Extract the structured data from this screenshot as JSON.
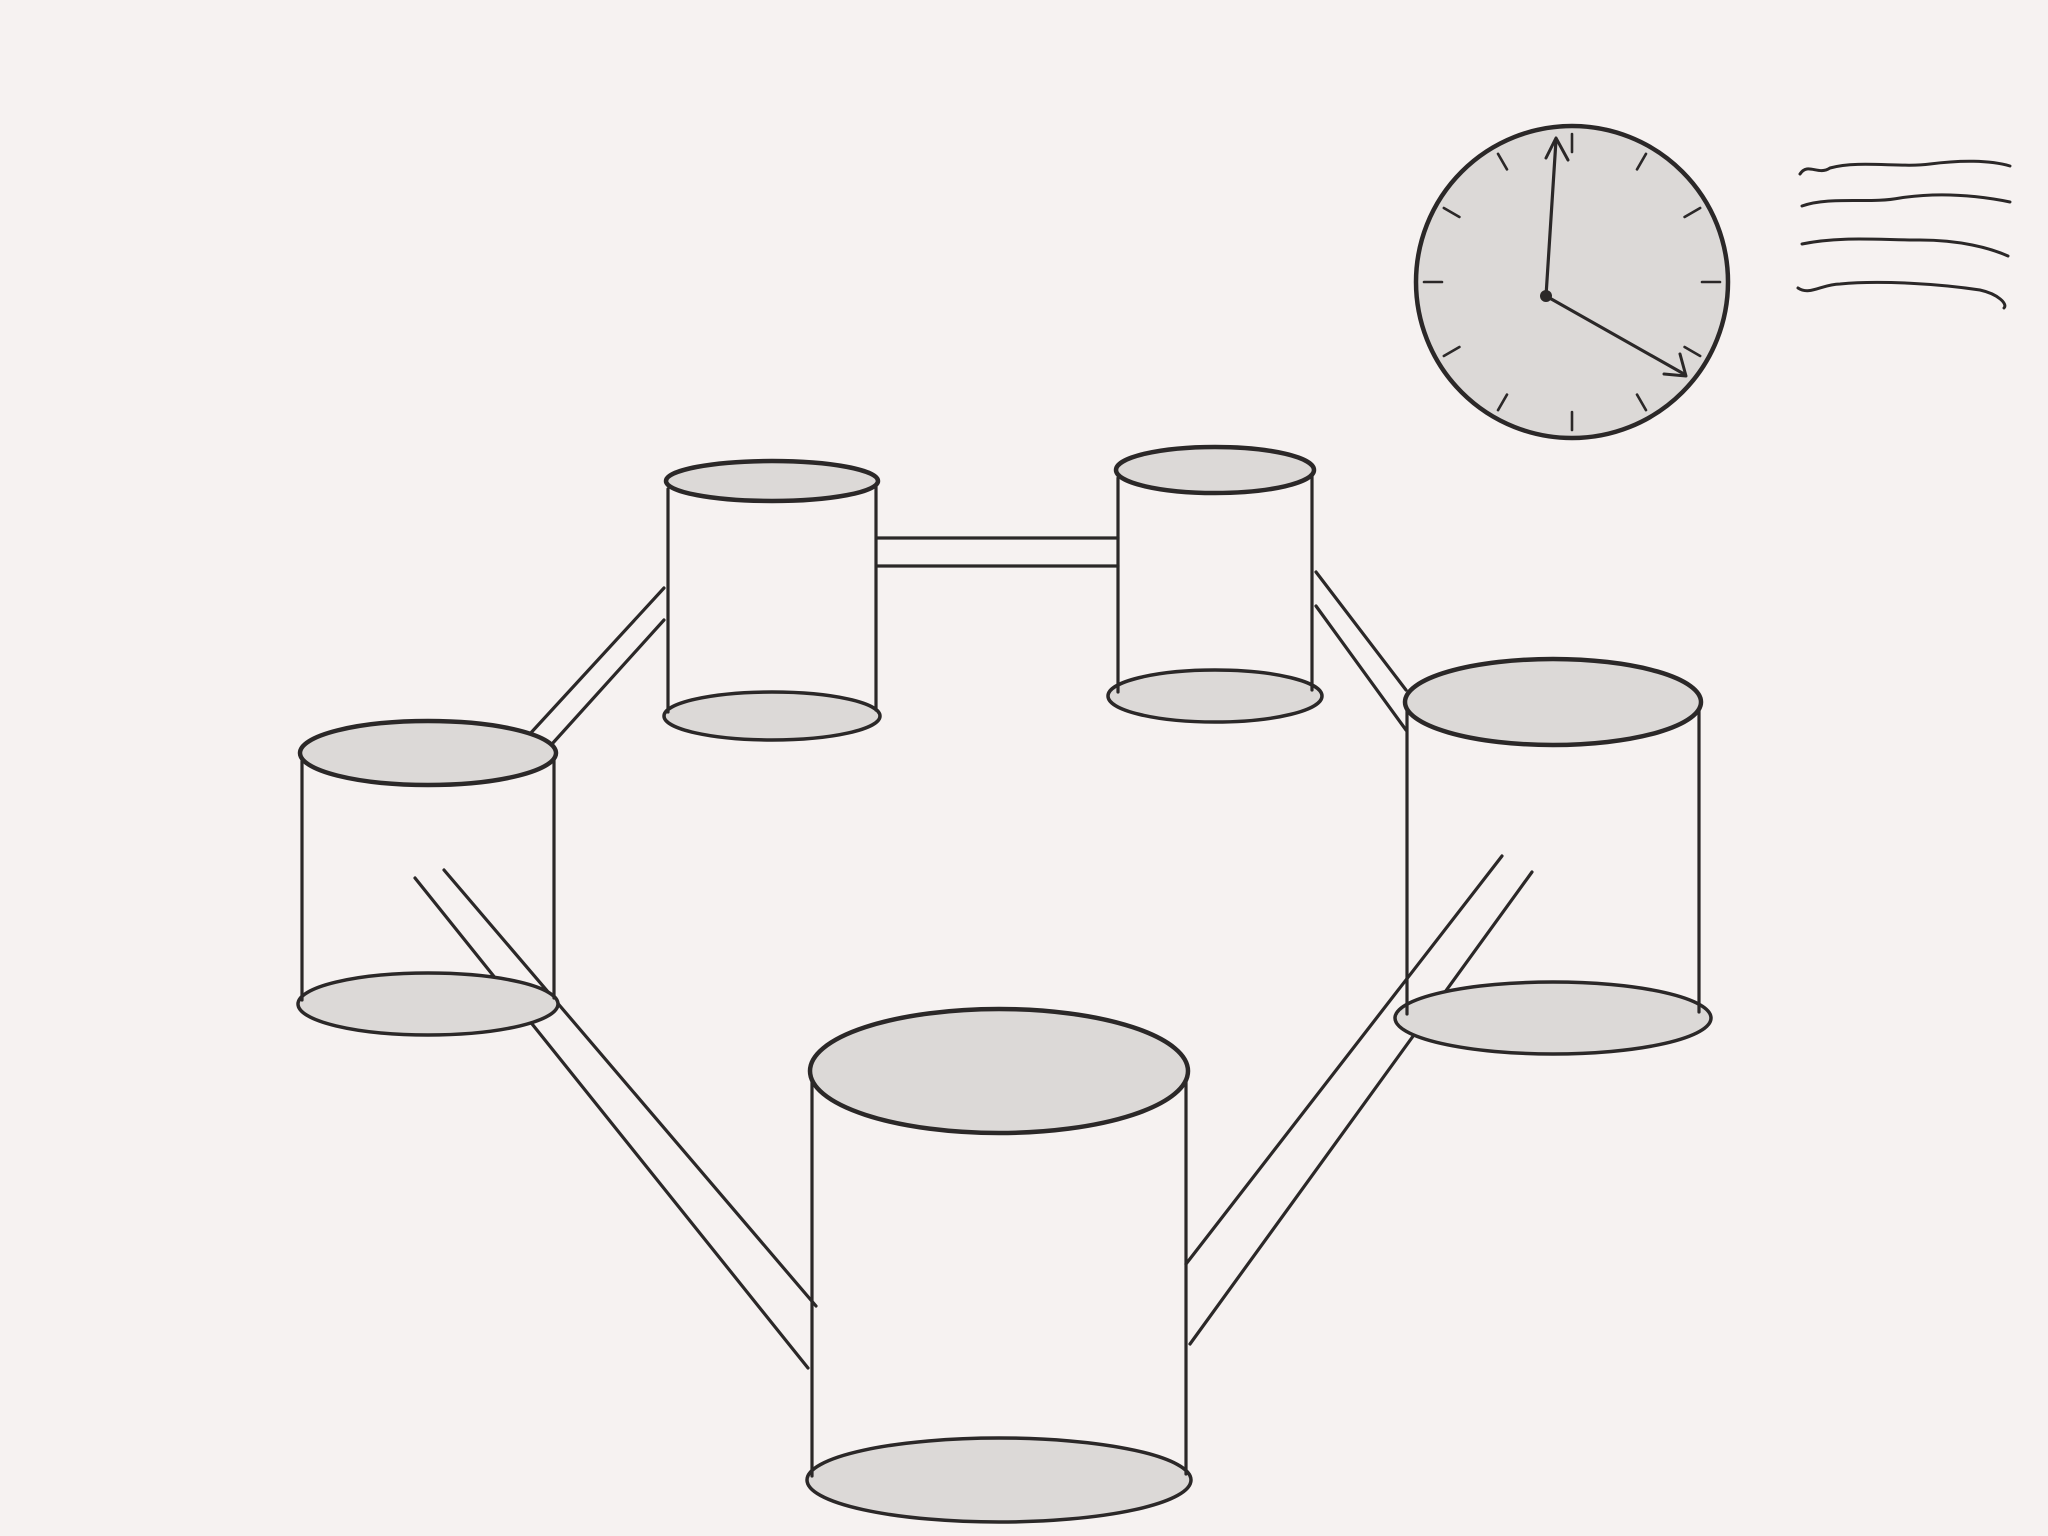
{
  "diagram": {
    "style": "hand-drawn sketch",
    "colors": {
      "background": "#f6f2f1",
      "ink": "#2b2828",
      "fill": "#dcd9d7"
    },
    "nodes": [
      {
        "id": "cylinder-left",
        "shape": "cylinder"
      },
      {
        "id": "cylinder-top-left",
        "shape": "cylinder"
      },
      {
        "id": "cylinder-top-right",
        "shape": "cylinder"
      },
      {
        "id": "cylinder-right",
        "shape": "cylinder"
      },
      {
        "id": "cylinder-bottom",
        "shape": "cylinder"
      }
    ],
    "links": [
      {
        "from": "cylinder-left",
        "to": "cylinder-top-left"
      },
      {
        "from": "cylinder-top-left",
        "to": "cylinder-top-right"
      },
      {
        "from": "cylinder-top-right",
        "to": "cylinder-right"
      },
      {
        "from": "cylinder-left",
        "to": "cylinder-bottom"
      },
      {
        "from": "cylinder-right",
        "to": "cylinder-bottom"
      }
    ],
    "clock": {
      "icon": "clock-icon",
      "hour_ticks": 12,
      "time_shown": "4:00"
    },
    "squiggle_lines": 4
  }
}
